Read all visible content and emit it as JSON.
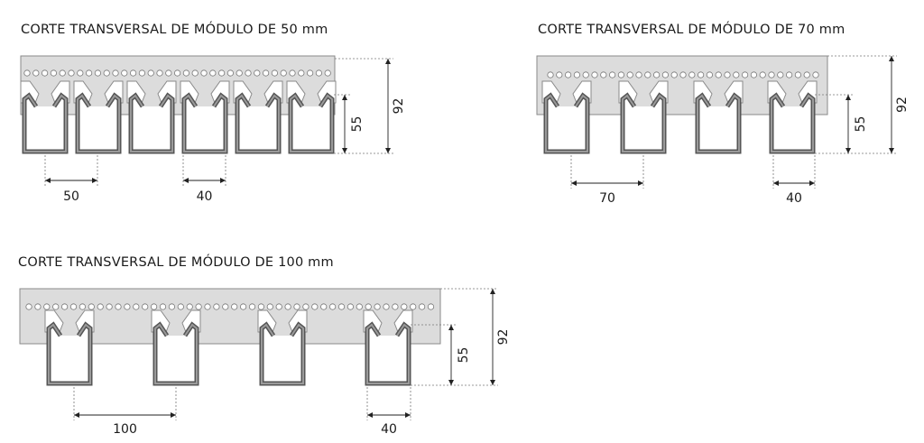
{
  "diagrams": [
    {
      "title": "CORTE TRANSVERSAL DE MÓDULO DE 50 mm",
      "total_height": "92",
      "profile_height": "55",
      "module": "50",
      "profile_width": "40"
    },
    {
      "title": "CORTE TRANSVERSAL DE MÓDULO DE 70 mm",
      "total_height": "92",
      "profile_height": "55",
      "module": "70",
      "profile_width": "40"
    },
    {
      "title": "CORTE TRANSVERSAL DE MÓDULO DE 100 mm",
      "total_height": "92",
      "profile_height": "55",
      "module": "100",
      "profile_width": "40"
    }
  ]
}
